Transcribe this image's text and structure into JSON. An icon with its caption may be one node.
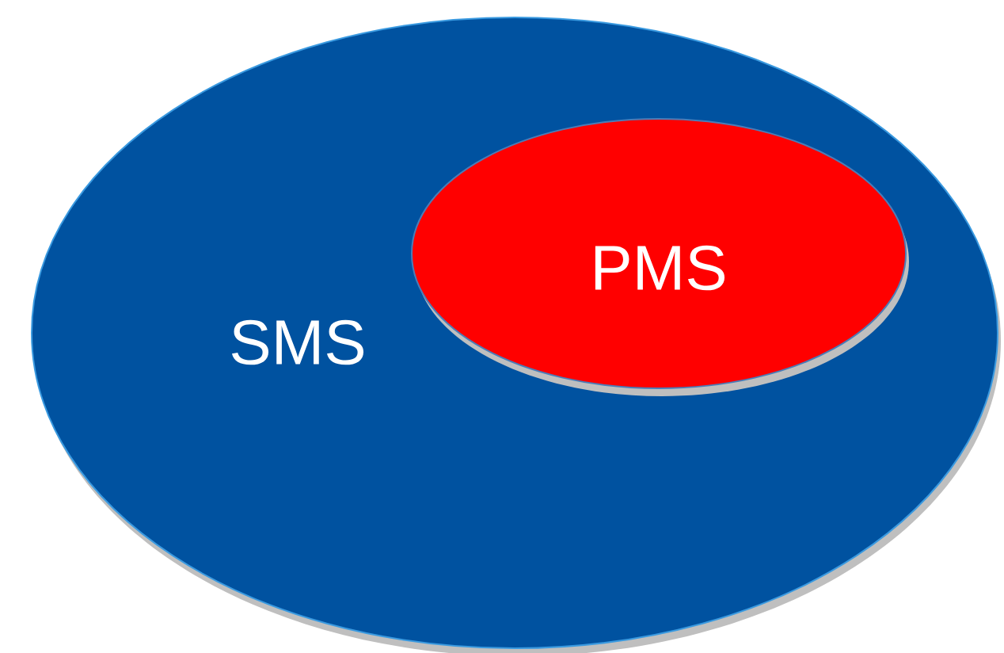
{
  "diagram": {
    "nodes": [
      {
        "text": [
          "SMS"
        ]
      },
      {
        "text": [
          "PMS"
        ],
        "in": 0
      }
    ]
  }
}
